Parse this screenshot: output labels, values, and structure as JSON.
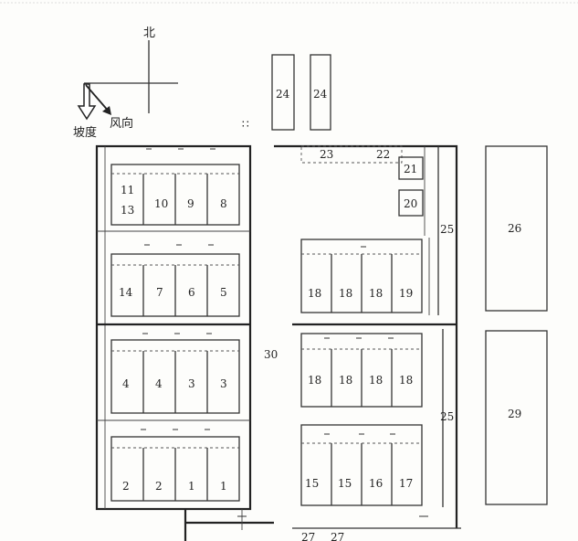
{
  "compass": {
    "north": "北",
    "slope": "坡度",
    "wind": "风向"
  },
  "top_marks": {
    "buildings_24": [
      "24",
      "24"
    ],
    "gate_symbol": "∷"
  },
  "labels": {
    "l23": "23",
    "l22": "22",
    "l21": "21",
    "l20": "20",
    "l25a": "25",
    "l25b": "25",
    "l26": "26",
    "l29": "29",
    "l30": "30",
    "l27": "27",
    "l27b": "27"
  },
  "blockA": {
    "cells": [
      "11\n13",
      "10",
      "9",
      "8"
    ]
  },
  "blockB": {
    "cells": [
      "14",
      "7",
      "6",
      "5"
    ]
  },
  "blockC": {
    "cells": [
      "4",
      "4",
      "3",
      "3"
    ]
  },
  "blockD": {
    "cells": [
      "2",
      "2",
      "1",
      "1"
    ]
  },
  "blockE": {
    "cells": [
      "18",
      "18",
      "18",
      "19"
    ]
  },
  "blockF": {
    "cells": [
      "18",
      "18",
      "18",
      "18"
    ]
  },
  "blockG": {
    "cells": [
      "15",
      "15",
      "16",
      "17"
    ]
  }
}
